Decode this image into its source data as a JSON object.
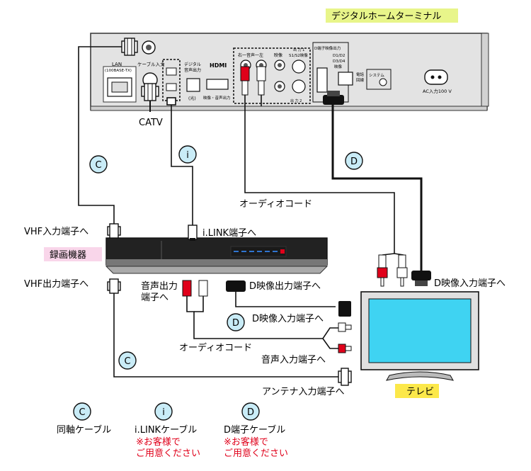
{
  "labels": {
    "terminal": "デジタルホームターミナル",
    "catv": "CATV",
    "audio_cord_top": "オーディオコード",
    "vhf_in": "VHF入力端子へ",
    "ilink_port": "i.LINK端子へ",
    "recorder": "録画機器",
    "vhf_out": "VHF出力端子へ",
    "audio_out_line1": "音声出力",
    "audio_out_line2": "端子へ",
    "d_video_out": "D映像出力端子へ",
    "d_video_in_tv": "D映像入力端子へ",
    "d_video_in_rec": "D映像入力端子へ",
    "audio_cord_bottom": "オーディオコード",
    "audio_in": "音声入力端子へ",
    "antenna_in": "アンテナ入力端子へ",
    "tv": "テレビ"
  },
  "panel": {
    "lan": "LAN",
    "lan_sub": "(100BASE-TX)",
    "cable_in": "ケーブル入力",
    "digital_audio1": "デジタル",
    "digital_audio2": "音声出力",
    "optical": "(光)",
    "hdmi": "HDMI",
    "hdmi_sub": "映像・音声出力",
    "audio_lr": "右一音声一左",
    "video": "映像",
    "s_video": "S1/S2映像",
    "out1": "出 力 1",
    "out2": "出 力 2",
    "d_out": "D端子映像出力",
    "d1": "D1/D2",
    "d2": "D3/D4",
    "d_sub": "映像",
    "phone1": "電話",
    "phone2": "回線",
    "system": "システム",
    "ac": "AC入力100 V"
  },
  "markers": {
    "c": "C",
    "i": "i",
    "d": "D"
  },
  "legend": [
    {
      "mark": "C",
      "label": "同軸ケーブル",
      "note": ""
    },
    {
      "mark": "i",
      "label": "i.LINKケーブル",
      "note1": "※お客様で",
      "note2": "ご用意ください"
    },
    {
      "mark": "D",
      "label": "D端子ケーブル",
      "note1": "※お客様で",
      "note2": "ご用意ください"
    }
  ],
  "colors": {
    "label_highlight_green": "#e8f58a",
    "label_highlight_pink": "#f9d6ea",
    "label_highlight_yellow": "#fce84a",
    "marker_fill": "#c9ecf7",
    "note_red": "#e0001a",
    "plug_red": "#e0001a",
    "tv_screen": "#3fd3f2"
  }
}
